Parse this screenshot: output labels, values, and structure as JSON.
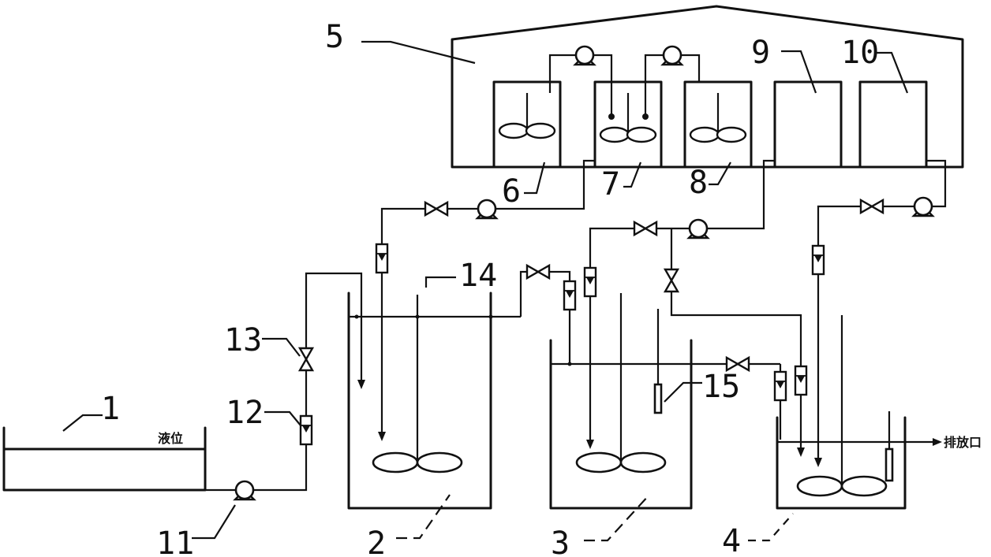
{
  "labels": {
    "l1": "1",
    "l2": "2",
    "l3": "3",
    "l4": "4",
    "l5": "5",
    "l6": "6",
    "l7": "7",
    "l8": "8",
    "l9": "9",
    "l10": "10",
    "l11": "11",
    "l12": "12",
    "l13": "13",
    "l14": "14",
    "l15": "15"
  },
  "annotations": {
    "liquid_level": "液位",
    "discharge_outlet": "排放口"
  }
}
